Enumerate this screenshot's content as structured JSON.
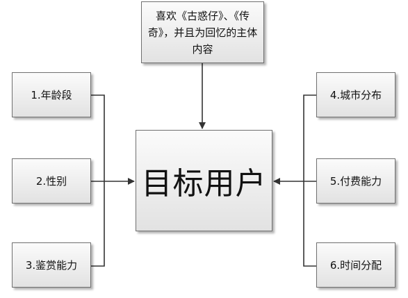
{
  "diagram": {
    "top_note": "喜欢《古惑仔》、《传奇》，并且为回忆的主体内容",
    "center": "目标用户",
    "left": [
      {
        "label": "1.年龄段"
      },
      {
        "label": "2.性别"
      },
      {
        "label": "3.鉴赏能力"
      }
    ],
    "right": [
      {
        "label": "4.城市分布"
      },
      {
        "label": "5.付费能力"
      },
      {
        "label": "6.时间分配"
      }
    ]
  },
  "colors": {
    "box_border": "#6f6f6f",
    "box_fill_top": "#fbfbfb",
    "box_fill_bottom": "#e2e2e2",
    "connector": "#333333"
  }
}
